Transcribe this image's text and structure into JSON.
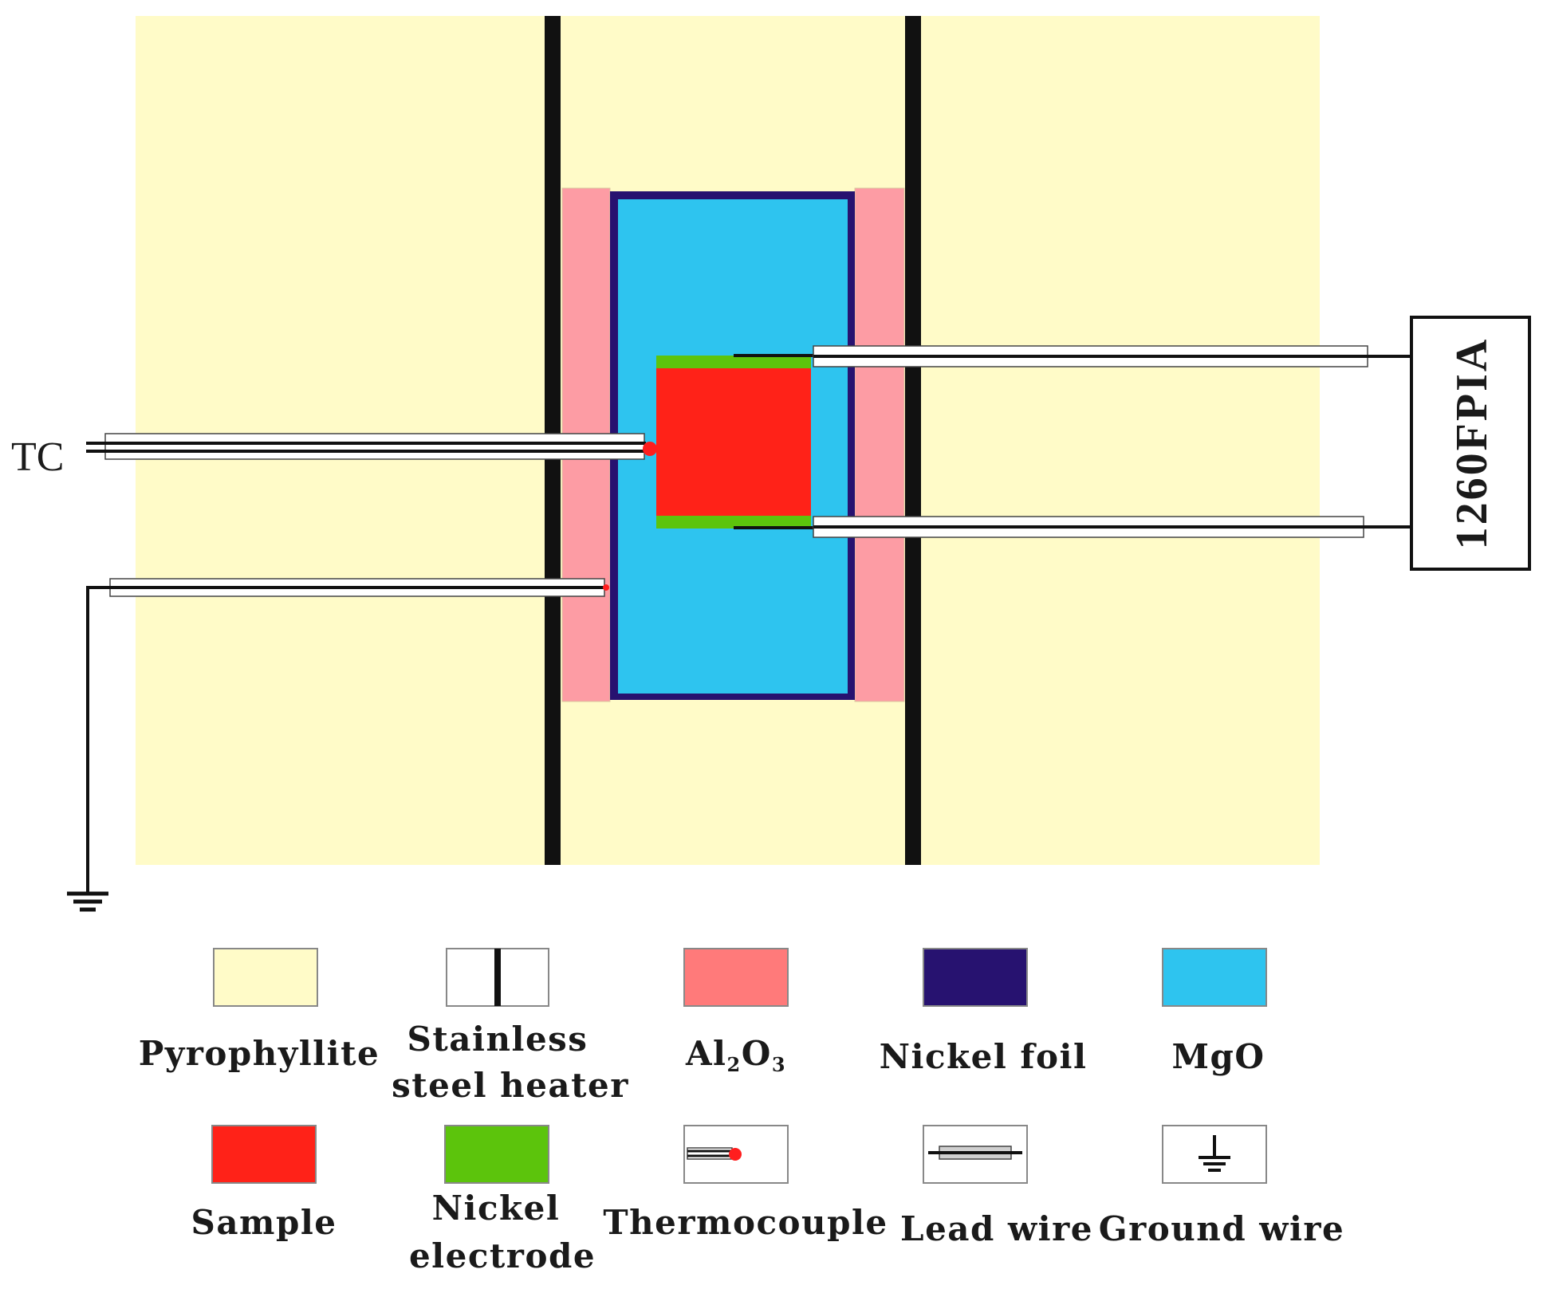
{
  "labels": {
    "thermocouple_tag": "TC",
    "analyzer": "1260FPIA"
  },
  "colors": {
    "pyrophyllite": "#FFFBC8",
    "heater": "#111111",
    "al2o3_in_cell": "#FD9CA4",
    "al2o3_legend": "#FF7A7A",
    "nickel_foil": "#271270",
    "mgo": "#2EC4EF",
    "sample": "#FF2218",
    "nickel_electrode": "#5CC40C",
    "thermocouple_tip": "#FF1E1E"
  },
  "legend": {
    "row1": [
      {
        "key": "pyrophyllite",
        "lines": [
          "Pyrophyllite"
        ],
        "swatch_icon": "pyrophyllite-swatch-icon"
      },
      {
        "key": "heater",
        "lines": [
          "Stainless",
          "steel heater"
        ],
        "swatch_icon": "heater-swatch-icon"
      },
      {
        "key": "al2o3",
        "main": "Al",
        "sub1": "2",
        "mid": "O",
        "sub2": "3",
        "swatch_icon": "al2o3-swatch-icon"
      },
      {
        "key": "nickel_foil",
        "lines": [
          "Nickel foil"
        ],
        "swatch_icon": "nickel-foil-swatch-icon"
      },
      {
        "key": "mgo",
        "lines": [
          "MgO"
        ],
        "swatch_icon": "mgo-swatch-icon"
      }
    ],
    "row2": [
      {
        "key": "sample",
        "lines": [
          "Sample"
        ],
        "swatch_icon": "sample-swatch-icon"
      },
      {
        "key": "nickel_electrode",
        "lines": [
          "Nickel",
          "electrode"
        ],
        "swatch_icon": "nickel-electrode-swatch-icon"
      },
      {
        "key": "thermocouple",
        "lines": [
          "Thermocouple"
        ],
        "swatch_icon": "thermocouple-icon"
      },
      {
        "key": "lead_wire",
        "lines": [
          "Lead wire"
        ],
        "swatch_icon": "lead-wire-icon"
      },
      {
        "key": "ground_wire",
        "lines": [
          "Ground wire"
        ],
        "swatch_icon": "ground-icon"
      }
    ]
  }
}
